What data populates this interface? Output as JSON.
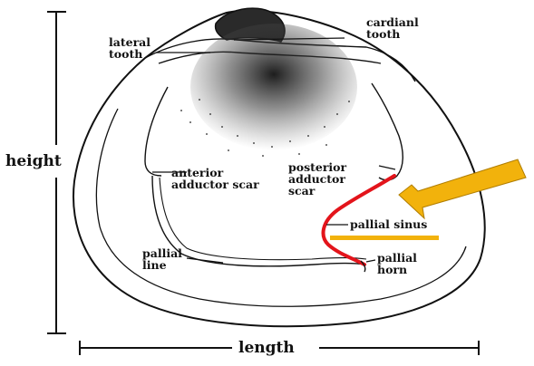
{
  "labels": {
    "height": "height",
    "length": "length",
    "lateral_tooth": "lateral\ntooth",
    "cardinal_tooth": "cardianl\ntooth",
    "anterior_adductor_scar": "anterior\nadductor scar",
    "posterior_adductor_scar": "posterior\nadductor\nscar",
    "pallial_sinus": "pallial sinus",
    "pallial_line": "pallial\nline",
    "pallial_horn": "pallial\nhorn"
  },
  "colors": {
    "ink": "#111111",
    "pallial_sinus_highlight": "#e3141b",
    "arrow_fill": "#f2b20c",
    "underline": "#f2b20c"
  },
  "icons": {
    "pointer": "arrow-icon"
  }
}
